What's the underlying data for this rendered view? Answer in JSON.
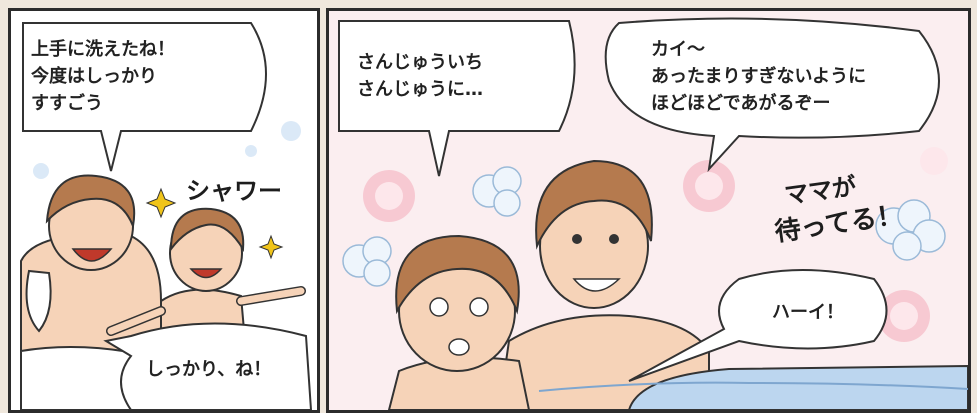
{
  "panels": [
    {
      "bubbles": [
        {
          "text": "上手に洗えたね！\n今度はしっかり\nすすごう"
        },
        {
          "text": "しっかり、ね！"
        }
      ],
      "sfx": "シャワー"
    },
    {
      "bubbles": [
        {
          "text": "さんじゅういち\nさんじゅうに…"
        },
        {
          "text": "カイ～\nあったまりすぎないように\nほどほどであがるぞー"
        },
        {
          "text": "ハーイ！"
        }
      ],
      "sfx_line1": "ママが",
      "sfx_line2": "待ってる！"
    }
  ],
  "colors": {
    "border": "#2b2b2b",
    "page_bg": "#efe7dc",
    "right_panel_bg": "#fbeef0",
    "skin": "#f6d3b8",
    "hair": "#b57a4e",
    "tub": "#bcd6ef"
  }
}
